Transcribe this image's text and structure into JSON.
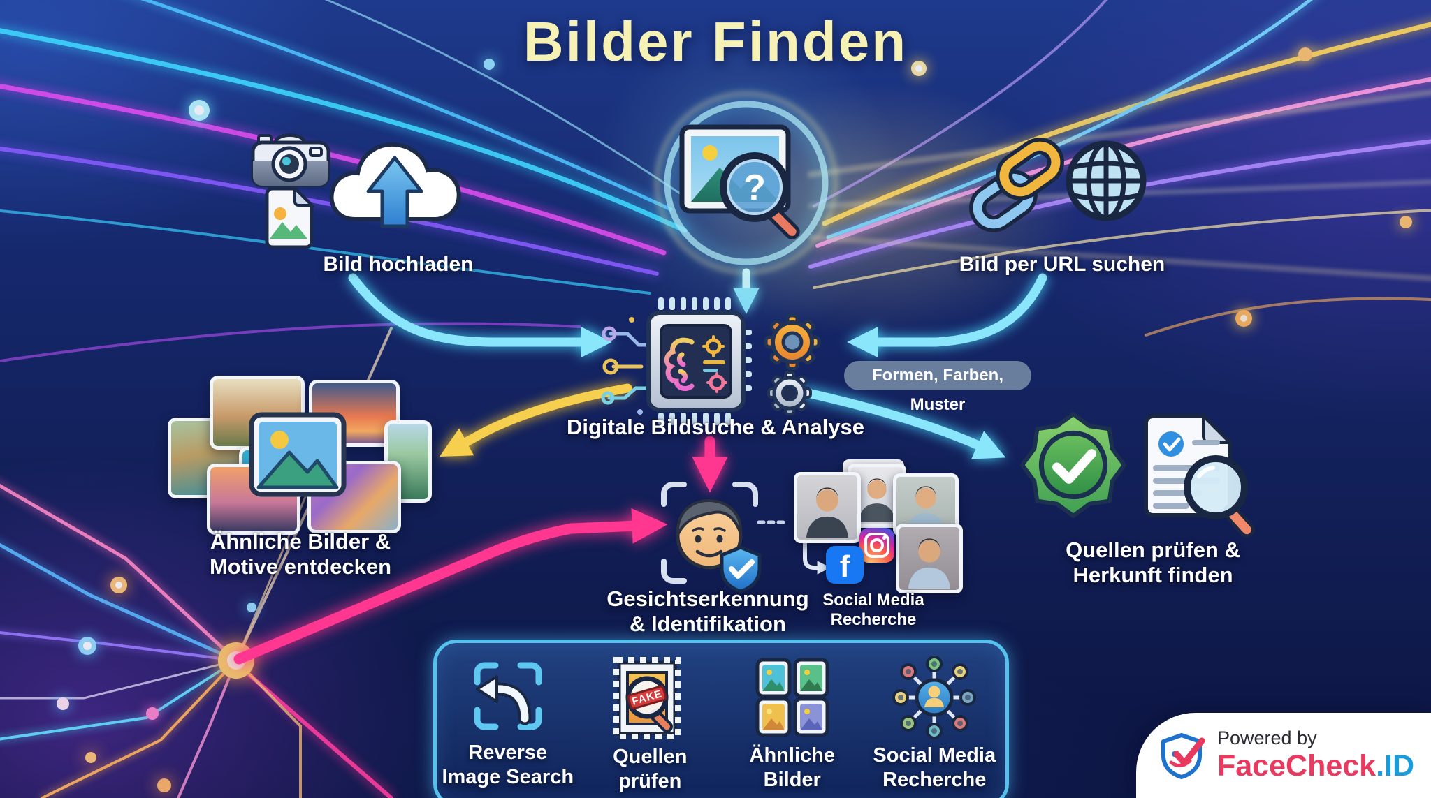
{
  "title": "Bilder Finden",
  "nodes": {
    "upload": {
      "label": "Bild hochladen"
    },
    "url": {
      "label": "Bild per URL suchen"
    },
    "analysis": {
      "label": "Digitale Bildsuche & Analyse",
      "tag": "Formen, Farben, Muster"
    },
    "similar": {
      "line1": "Ähnliche Bilder &",
      "line2": "Motive entdecken"
    },
    "face": {
      "line1": "Gesichtserkennung",
      "line2": "& Identifikation"
    },
    "social": {
      "line1": "Social Media",
      "line2": "Recherche"
    },
    "sources": {
      "line1": "Quellen prüfen &",
      "line2": "Herkunft finden"
    }
  },
  "search_icon": {
    "question_mark": "?"
  },
  "social_icons": {
    "facebook_letter": "f"
  },
  "toolbar": {
    "items": [
      {
        "line1": "Reverse",
        "line2": "Image Search"
      },
      {
        "line1": "Quellen",
        "line2": "prüfen"
      },
      {
        "line1": "Ähnliche",
        "line2": "Bilder"
      },
      {
        "line1": "Social Media",
        "line2": "Recherche"
      }
    ],
    "fake_stamp": "FAKE"
  },
  "footer": {
    "powered_by": "Powered by",
    "brand": "FaceCheck",
    "brand_suffix": ".ID"
  },
  "colors": {
    "background_navy": "#13215c",
    "title_yellow": "#f6f1b4",
    "arrow_cyan": "#74dcf8",
    "arrow_yellow": "#f6cf4e",
    "arrow_pink": "#ff3790",
    "toolbar_border": "#55c2ee",
    "badge_green": "#3f9f52",
    "brand_pink": "#e8395f",
    "brand_blue": "#1b9cd8"
  }
}
